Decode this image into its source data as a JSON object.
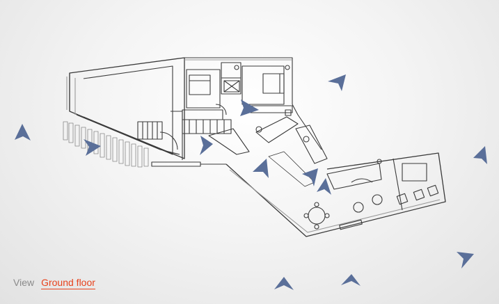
{
  "footer": {
    "view_label": "View",
    "floor_link": "Ground floor"
  },
  "colors": {
    "camera_marker": "#5a6f99",
    "link": "#e8421c",
    "label": "#8a8a8a",
    "plan_line": "#3a3a3a"
  },
  "icons": [
    "camera-viewpoint-icon"
  ],
  "camera_markers": [
    {
      "id": 1
    },
    {
      "id": 2
    },
    {
      "id": 3
    },
    {
      "id": 4
    },
    {
      "id": 5
    },
    {
      "id": 6
    },
    {
      "id": 7
    },
    {
      "id": 8
    },
    {
      "id": 9
    },
    {
      "id": 10
    },
    {
      "id": 11
    }
  ]
}
